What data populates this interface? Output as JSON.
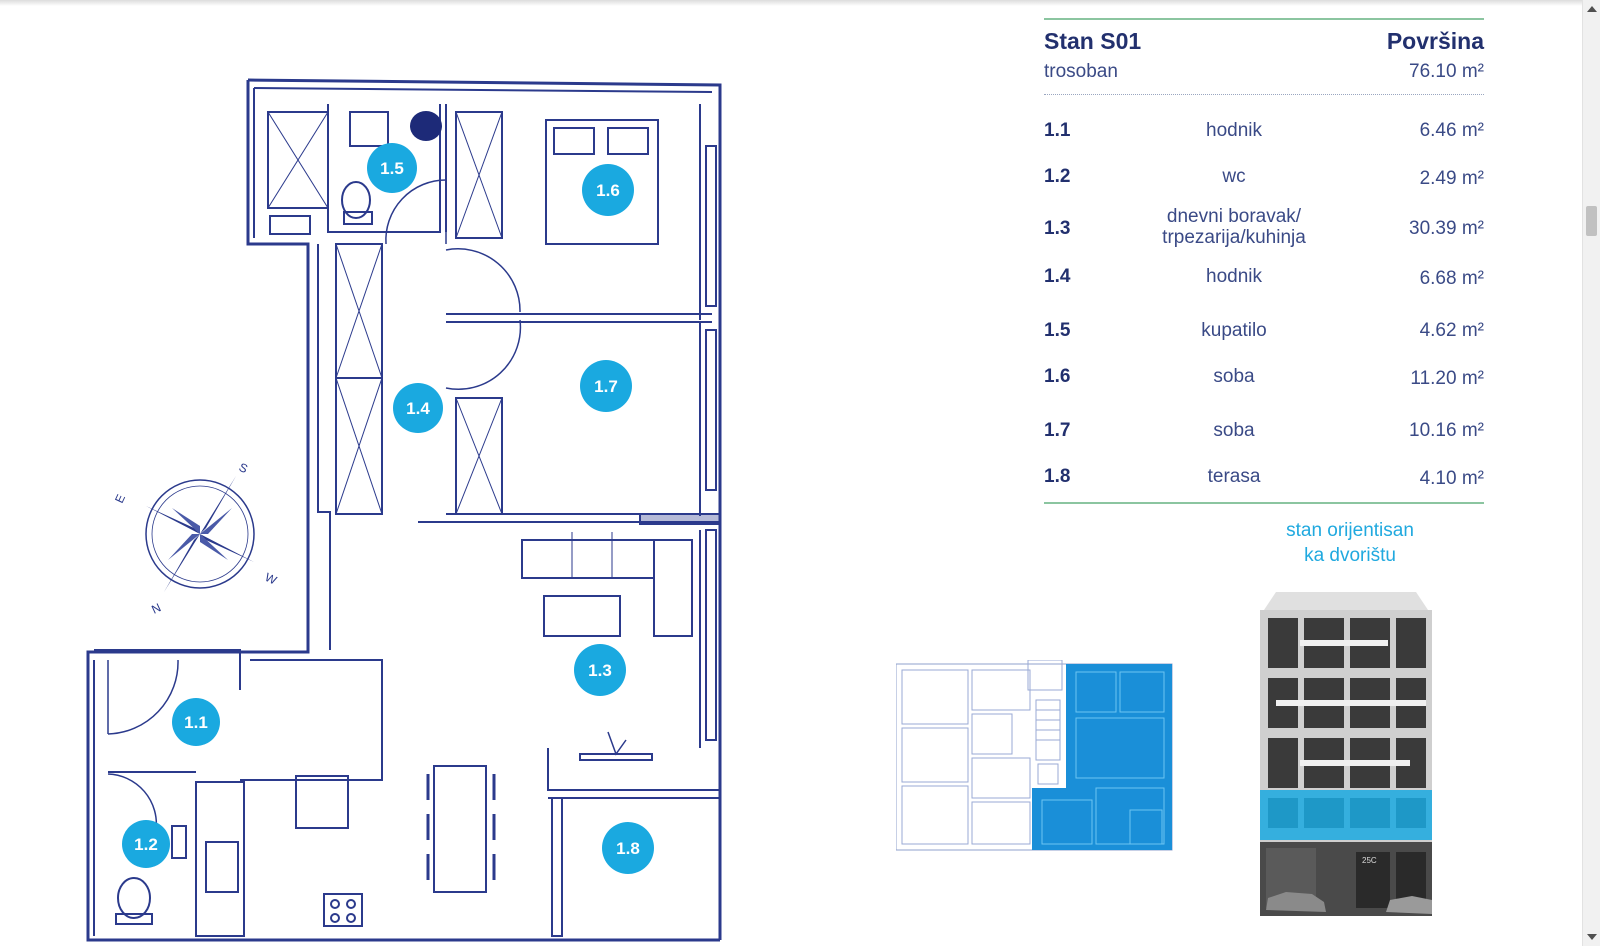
{
  "apartment": {
    "title": "Stan S01",
    "type": "trosoban",
    "area_label": "Površina",
    "total_area": "76.10 m²"
  },
  "rooms": [
    {
      "id": "1.1",
      "name": "hodnik",
      "area": "6.46 m²"
    },
    {
      "id": "1.2",
      "name": "wc",
      "area": "2.49 m²"
    },
    {
      "id": "1.3",
      "name_line1": "dnevni boravak/",
      "name_line2": "trpezarija/kuhinja",
      "area": "30.39 m²"
    },
    {
      "id": "1.4",
      "name": "hodnik",
      "area": "6.68 m²"
    },
    {
      "id": "1.5",
      "name": "kupatilo",
      "area": "4.62 m²"
    },
    {
      "id": "1.6",
      "name": "soba",
      "area": "11.20 m²"
    },
    {
      "id": "1.7",
      "name": "soba",
      "area": "10.16 m²"
    },
    {
      "id": "1.8",
      "name": "terasa",
      "area": "4.10 m²"
    }
  ],
  "orientation": {
    "line1": "stan orijentisan",
    "line2": "ka dvorištu"
  },
  "compass": {
    "s": "S",
    "e": "E",
    "w": "W",
    "n": "N"
  },
  "building_sign": "25C",
  "colors": {
    "plan_line": "#2b3a8c",
    "room_marker": "#1aa9e0",
    "highlight": "#1a8fd8",
    "accent_green": "#8bc5a0"
  }
}
